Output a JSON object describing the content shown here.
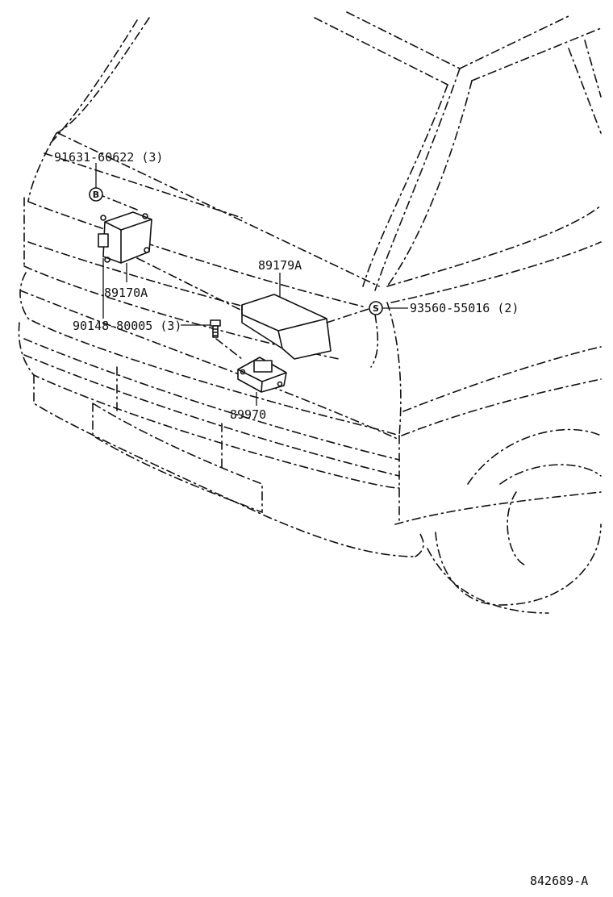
{
  "labels": {
    "clip_part": "91631-60622 (3)",
    "sensor_assy": "89170A",
    "cover": "89179A",
    "bolt": "90148-80005 (3)",
    "nut_part": "93560-55016 (2)",
    "sensor": "89970",
    "figure_code": "842689-A"
  },
  "symbols": {
    "clip": "B",
    "nut": "S"
  }
}
